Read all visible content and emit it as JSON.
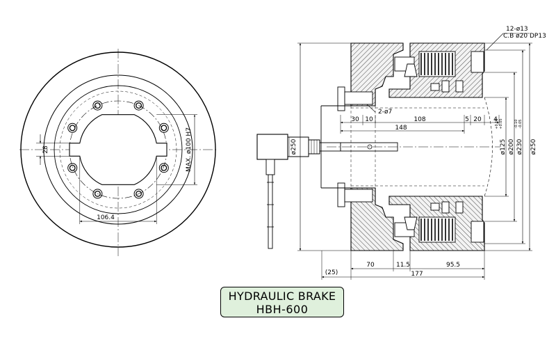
{
  "title": {
    "line1": "HYDRAULIC BRAKE",
    "line2": "HBH-600"
  },
  "front_view": {
    "dim_28": "28",
    "dim_106_4": "106.4",
    "dim_max_bore": "MAX. ø100 H7"
  },
  "side_view": {
    "note_line1": "12-ø13",
    "note_line2": "C.B ø20 DP13",
    "hole_note": "2-ø7",
    "dia_250_left": "ø250",
    "dim_30": "30",
    "dim_10": "10",
    "dim_108": "108",
    "dim_5": "5",
    "dim_20": "20",
    "dim_4": "4",
    "dim_148": "148",
    "dia_125": "ø125",
    "dia_125_tol_top": "+0.10",
    "dia_125_tol_bot": "+0.05",
    "dia_200": "ø200",
    "dia_230": "ø230",
    "dia_230_tol_top": "-0.10",
    "dia_230_tol_bot": "-0.05",
    "dia_250": "ø250",
    "dim_25": "(25)",
    "dim_70": "70",
    "dim_11_5": "11.5",
    "dim_95_5": "95.5",
    "dim_177": "177"
  }
}
